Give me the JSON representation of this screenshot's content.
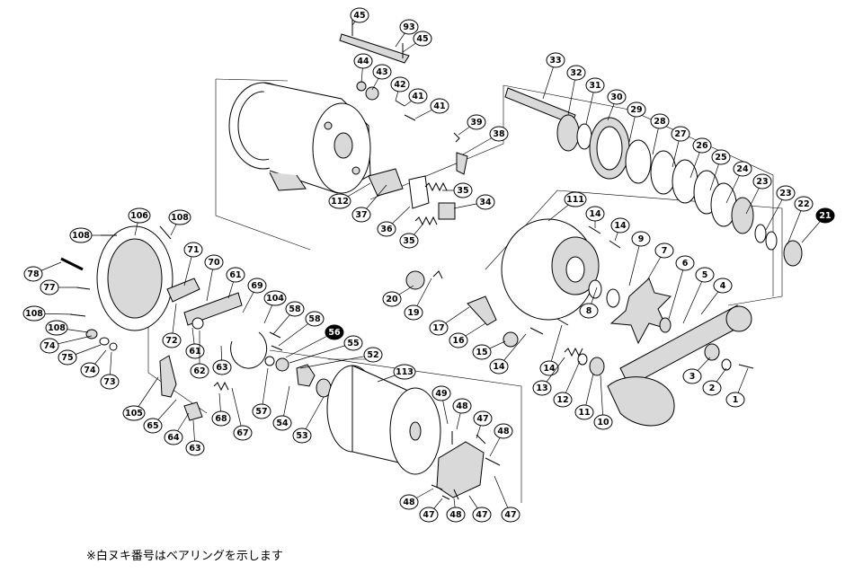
{
  "diagram": {
    "footnote": "※白ヌキ番号はベアリングを示します",
    "colors": {
      "line": "#000000",
      "part_fill": "#d9d9d9",
      "bearing_fill": "#000000",
      "label_fill": "#ffffff"
    },
    "callouts": [
      {
        "text": "45",
        "bearing": false
      },
      {
        "text": "93",
        "bearing": false
      },
      {
        "text": "45",
        "bearing": false
      },
      {
        "text": "44",
        "bearing": false
      },
      {
        "text": "43",
        "bearing": false
      },
      {
        "text": "42",
        "bearing": false
      },
      {
        "text": "41",
        "bearing": false
      },
      {
        "text": "41",
        "bearing": false
      },
      {
        "text": "39",
        "bearing": false
      },
      {
        "text": "38",
        "bearing": false
      },
      {
        "text": "35",
        "bearing": false
      },
      {
        "text": "34",
        "bearing": false
      },
      {
        "text": "112",
        "bearing": false
      },
      {
        "text": "37",
        "bearing": false
      },
      {
        "text": "36",
        "bearing": false
      },
      {
        "text": "35",
        "bearing": false
      },
      {
        "text": "33",
        "bearing": false
      },
      {
        "text": "32",
        "bearing": false
      },
      {
        "text": "31",
        "bearing": false
      },
      {
        "text": "30",
        "bearing": false
      },
      {
        "text": "29",
        "bearing": false
      },
      {
        "text": "28",
        "bearing": false
      },
      {
        "text": "27",
        "bearing": false
      },
      {
        "text": "26",
        "bearing": false
      },
      {
        "text": "25",
        "bearing": false
      },
      {
        "text": "24",
        "bearing": false
      },
      {
        "text": "23",
        "bearing": false
      },
      {
        "text": "23",
        "bearing": false
      },
      {
        "text": "22",
        "bearing": false
      },
      {
        "text": "21",
        "bearing": true
      },
      {
        "text": "111",
        "bearing": false
      },
      {
        "text": "14",
        "bearing": false
      },
      {
        "text": "14",
        "bearing": false
      },
      {
        "text": "9",
        "bearing": false
      },
      {
        "text": "7",
        "bearing": false
      },
      {
        "text": "6",
        "bearing": false
      },
      {
        "text": "5",
        "bearing": false
      },
      {
        "text": "4",
        "bearing": false
      },
      {
        "text": "20",
        "bearing": false
      },
      {
        "text": "19",
        "bearing": false
      },
      {
        "text": "8",
        "bearing": false
      },
      {
        "text": "17",
        "bearing": false
      },
      {
        "text": "16",
        "bearing": false
      },
      {
        "text": "15",
        "bearing": false
      },
      {
        "text": "14",
        "bearing": false
      },
      {
        "text": "14",
        "bearing": false
      },
      {
        "text": "13",
        "bearing": false
      },
      {
        "text": "12",
        "bearing": false
      },
      {
        "text": "11",
        "bearing": false
      },
      {
        "text": "10",
        "bearing": false
      },
      {
        "text": "3",
        "bearing": false
      },
      {
        "text": "2",
        "bearing": false
      },
      {
        "text": "1",
        "bearing": false
      },
      {
        "text": "106",
        "bearing": false
      },
      {
        "text": "108",
        "bearing": false
      },
      {
        "text": "108",
        "bearing": false
      },
      {
        "text": "78",
        "bearing": false
      },
      {
        "text": "77",
        "bearing": false
      },
      {
        "text": "108",
        "bearing": false
      },
      {
        "text": "108",
        "bearing": false
      },
      {
        "text": "74",
        "bearing": false
      },
      {
        "text": "75",
        "bearing": false
      },
      {
        "text": "74",
        "bearing": false
      },
      {
        "text": "73",
        "bearing": false
      },
      {
        "text": "71",
        "bearing": false
      },
      {
        "text": "70",
        "bearing": false
      },
      {
        "text": "61",
        "bearing": false
      },
      {
        "text": "69",
        "bearing": false
      },
      {
        "text": "104",
        "bearing": false
      },
      {
        "text": "58",
        "bearing": false
      },
      {
        "text": "58",
        "bearing": false
      },
      {
        "text": "56",
        "bearing": true
      },
      {
        "text": "55",
        "bearing": false
      },
      {
        "text": "52",
        "bearing": false
      },
      {
        "text": "72",
        "bearing": false
      },
      {
        "text": "61",
        "bearing": false
      },
      {
        "text": "62",
        "bearing": false
      },
      {
        "text": "63",
        "bearing": false
      },
      {
        "text": "57",
        "bearing": false
      },
      {
        "text": "54",
        "bearing": false
      },
      {
        "text": "53",
        "bearing": false
      },
      {
        "text": "68",
        "bearing": false
      },
      {
        "text": "67",
        "bearing": false
      },
      {
        "text": "105",
        "bearing": false
      },
      {
        "text": "65",
        "bearing": false
      },
      {
        "text": "64",
        "bearing": false
      },
      {
        "text": "63",
        "bearing": false
      },
      {
        "text": "113",
        "bearing": false
      },
      {
        "text": "49",
        "bearing": false
      },
      {
        "text": "48",
        "bearing": false
      },
      {
        "text": "47",
        "bearing": false
      },
      {
        "text": "48",
        "bearing": false
      },
      {
        "text": "48",
        "bearing": false
      },
      {
        "text": "47",
        "bearing": false
      },
      {
        "text": "48",
        "bearing": false
      },
      {
        "text": "47",
        "bearing": false
      },
      {
        "text": "47",
        "bearing": false
      }
    ]
  }
}
